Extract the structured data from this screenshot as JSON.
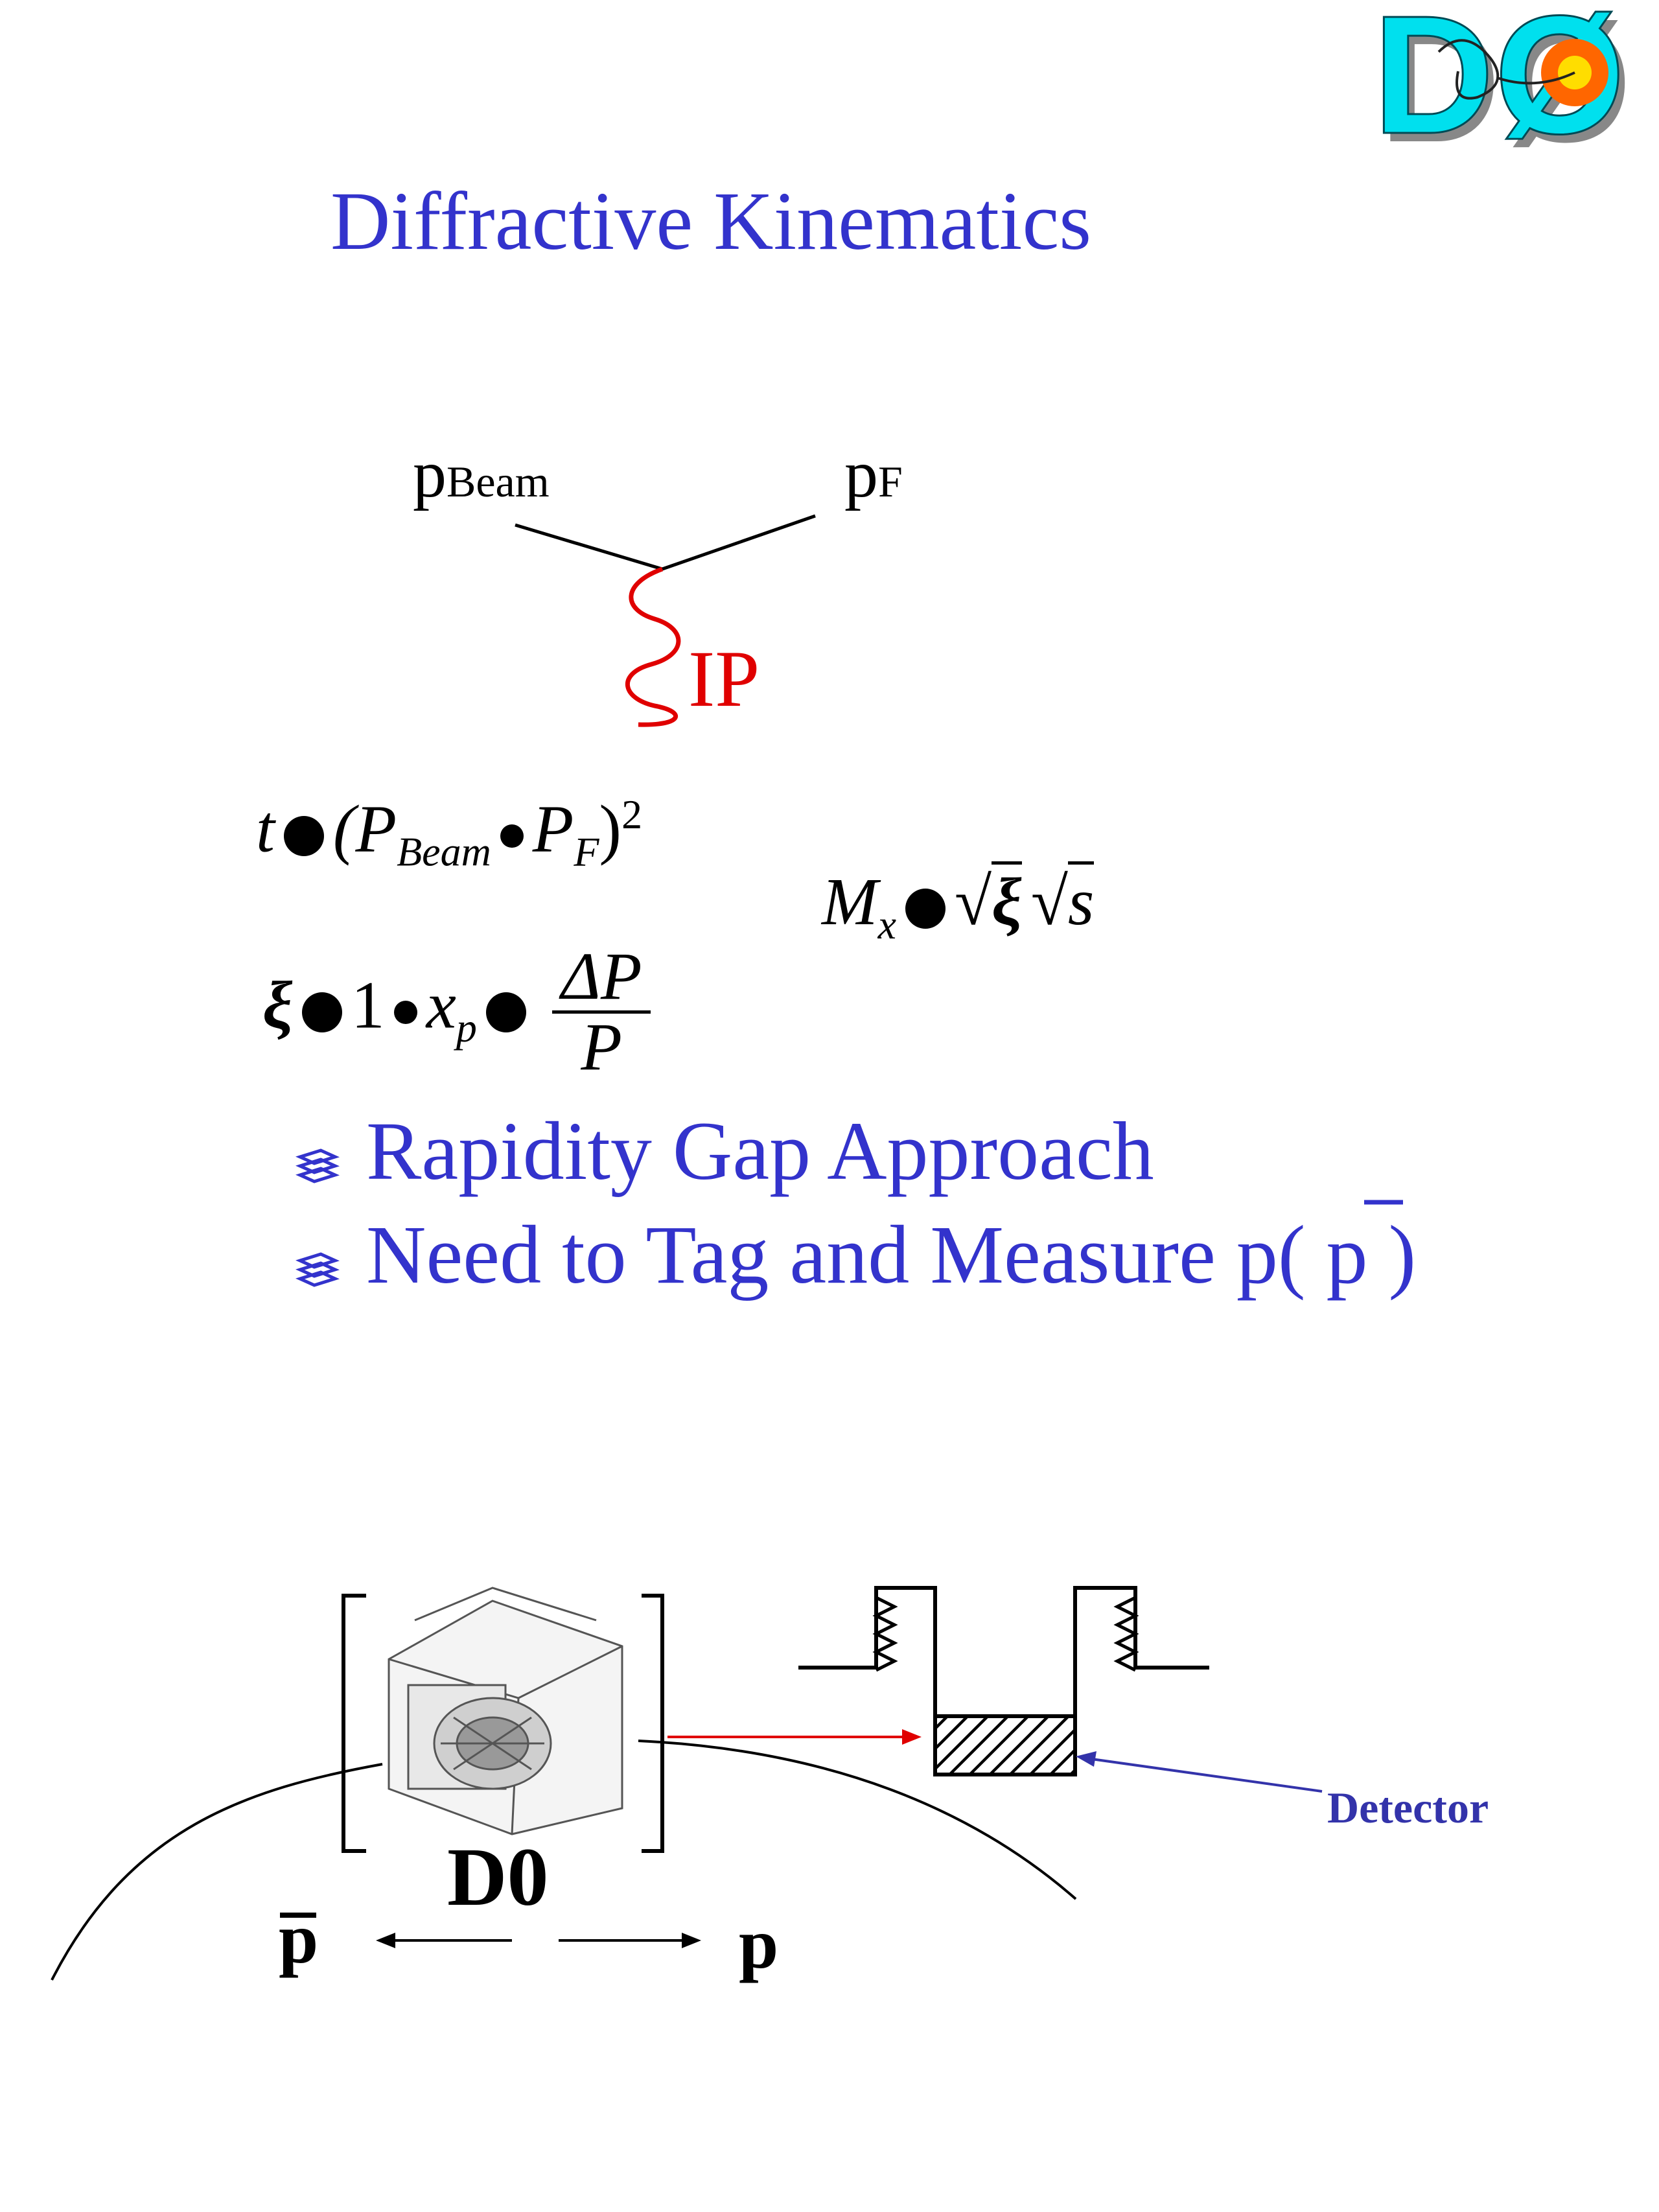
{
  "title": "Diffractive Kinematics",
  "logo": {
    "text": "DØ",
    "fill_color": "#00e0ee",
    "shadow_color": "#888888",
    "accent_color": "#ff6600"
  },
  "feynman": {
    "beam_label": "p",
    "beam_sub": "Beam",
    "final_label": "p",
    "final_sub": "F",
    "pomeron_label": "IP",
    "pomeron_color": "#e00000"
  },
  "formulas": {
    "t_eq": {
      "lhs": "t",
      "body": "(P",
      "sub1": "Beam",
      "mid": "P",
      "sub2": "F",
      "close": ")",
      "exp": "2"
    },
    "xi_eq": {
      "one": "1",
      "x": "x",
      "xsub": "p",
      "num": "P",
      "den": "P"
    },
    "mx_eq": {
      "lhs": "M",
      "lsub": "x",
      "s": "s"
    }
  },
  "bullets": [
    "Rapidity Gap Approach",
    "Need to Tag and Measure p( p )"
  ],
  "accent_color": "#3333cc",
  "diagram": {
    "detector_name": "D0",
    "detector_label": "Detector",
    "pbar_label": "p",
    "p_label": "p"
  }
}
